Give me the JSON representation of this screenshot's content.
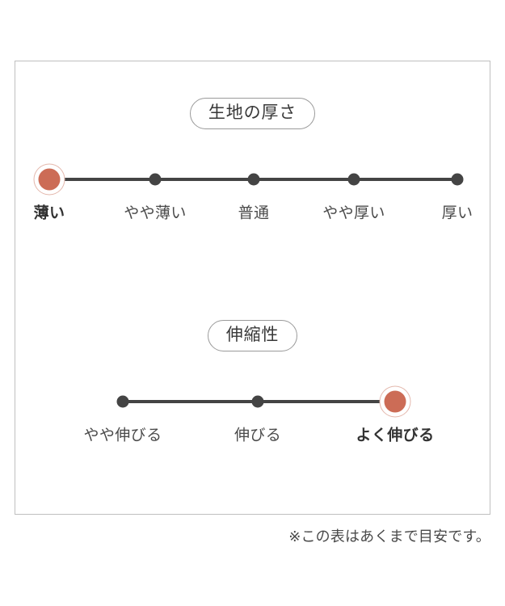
{
  "card": {
    "accent_color": "#cc6c56",
    "dot_color": "#444444",
    "border_color": "#bfbfbf"
  },
  "groups": [
    {
      "title": "生地の厚さ",
      "selected_index": 0,
      "ticks": [
        {
          "label": "薄い"
        },
        {
          "label": "やや薄い"
        },
        {
          "label": "普通"
        },
        {
          "label": "やや厚い"
        },
        {
          "label": "厚い"
        }
      ]
    },
    {
      "title": "伸縮性",
      "selected_index": 2,
      "ticks": [
        {
          "label": "やや伸びる"
        },
        {
          "label": "伸びる"
        },
        {
          "label": "よく伸びる"
        }
      ]
    }
  ],
  "footnote": "※この表はあくまで目安です。",
  "chart_data": {
    "type": "scatter",
    "title": "",
    "charts": [
      {
        "title": "生地の厚さ",
        "categories": [
          "薄い",
          "やや薄い",
          "普通",
          "やや厚い",
          "厚い"
        ],
        "values": [
          1,
          2,
          3,
          4,
          5
        ],
        "selected": "薄い",
        "selected_index": 0,
        "xlabel": "",
        "ylabel": "",
        "grid": false,
        "legend": "none"
      },
      {
        "title": "伸縮性",
        "categories": [
          "やや伸びる",
          "伸びる",
          "よく伸びる"
        ],
        "values": [
          1,
          2,
          3
        ],
        "selected": "よく伸びる",
        "selected_index": 2,
        "xlabel": "",
        "ylabel": "",
        "grid": false,
        "legend": "none"
      }
    ]
  }
}
